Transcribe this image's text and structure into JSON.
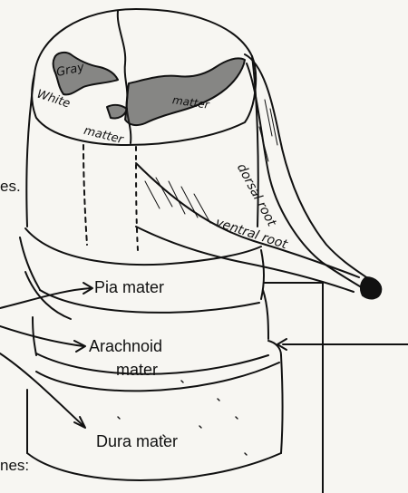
{
  "labels": {
    "gray": "Gray",
    "matter_top": "matter",
    "white": "White",
    "matter_white": "matter",
    "dorsal_root": "dorsal root",
    "ventral_root": "ventral root",
    "pia_mater": "Pia mater",
    "arachnoid_line1": "Arachnoid",
    "arachnoid_line2": "mater",
    "dura_mater": "Dura mater",
    "cut_off_top": "es.",
    "cut_off_bottom": "nes:"
  },
  "colors": {
    "ink": "#111111",
    "paper": "#f7f6f2"
  }
}
